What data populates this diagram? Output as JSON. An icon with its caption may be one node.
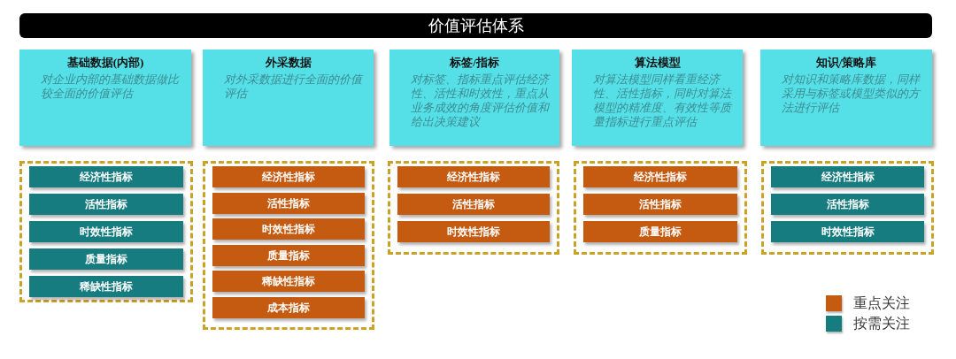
{
  "diagram": {
    "title": "价值评估体系",
    "nodes": [
      {
        "text": [
          "基础数据(内部)",
          "对企业内部的基础数据做比较全面的价值评估"
        ]
      },
      {
        "text": [
          "外采数据",
          "对外采数据进行全面的价值评估"
        ]
      },
      {
        "text": [
          "标签/指标",
          "对标签、指标重点评估经济性、活性和时效性，重点从业务成效的角度评估价值和给出决策建议"
        ]
      },
      {
        "text": [
          "算法模型",
          "对算法模型同样看重经济性、活性指标，同时对算法模型的精准度、有效性等质量指标进行重点评估"
        ]
      },
      {
        "text": [
          "知识/策略库",
          "对知识和策略库数据，同样采用与标签或模型类似的方法进行评估"
        ]
      },
      {
        "text": [],
        "shape": "box"
      },
      {
        "text": [
          "经济性指标"
        ],
        "in": 5
      },
      {
        "text": [
          "活性指标"
        ],
        "in": 5
      },
      {
        "text": [
          "时效性指标"
        ],
        "in": 5
      },
      {
        "text": [
          "质量指标"
        ],
        "in": 5
      },
      {
        "text": [
          "稀缺性指标"
        ],
        "in": 5
      },
      {
        "text": [],
        "shape": "box"
      },
      {
        "text": [
          "经济性指标"
        ],
        "in": 11
      },
      {
        "text": [
          "活性指标"
        ],
        "in": 11
      },
      {
        "text": [
          "时效性指标"
        ],
        "in": 11
      },
      {
        "text": [
          "质量指标"
        ],
        "in": 11
      },
      {
        "text": [
          "稀缺性指标"
        ],
        "in": 11
      },
      {
        "text": [
          "成本指标"
        ],
        "in": 11
      },
      {
        "text": [],
        "shape": "box"
      },
      {
        "text": [
          "经济性指标"
        ],
        "in": 18
      },
      {
        "text": [
          "活性指标"
        ],
        "in": 18
      },
      {
        "text": [
          "时效性指标"
        ],
        "in": 18
      },
      {
        "text": [],
        "shape": "box"
      },
      {
        "text": [
          "经济性指标"
        ],
        "in": 22
      },
      {
        "text": [
          "活性指标"
        ],
        "in": 22
      },
      {
        "text": [
          "质量指标"
        ],
        "in": 22
      },
      {
        "text": [],
        "shape": "box"
      },
      {
        "text": [
          "经济性指标"
        ],
        "in": 26
      },
      {
        "text": [
          "活性指标"
        ],
        "in": 26
      },
      {
        "text": [
          "时效性指标"
        ],
        "in": 26
      }
    ],
    "edges": [],
    "legend": [
      {
        "text": "重点关注",
        "color": "#c55a11"
      },
      {
        "text": "按需关注",
        "color": "#177c80"
      }
    ]
  }
}
